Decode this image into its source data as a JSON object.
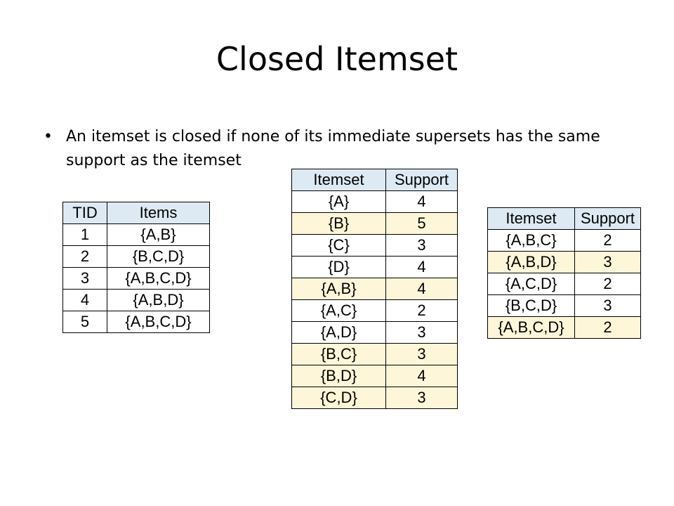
{
  "slide": {
    "title": "Closed Itemset",
    "bullet": "An itemset is closed if none of its immediate supersets has the same support as the itemset"
  },
  "transactions_table": {
    "headers": [
      "TID",
      "Items"
    ],
    "rows": [
      [
        "1",
        "{A,B}"
      ],
      [
        "2",
        "{B,C,D}"
      ],
      [
        "3",
        "{A,B,C,D}"
      ],
      [
        "4",
        "{A,B,D}"
      ],
      [
        "5",
        "{A,B,C,D}"
      ]
    ]
  },
  "itemset_support_table": {
    "headers": [
      "Itemset",
      "Support"
    ],
    "rows": [
      [
        "{A}",
        "4"
      ],
      [
        "{B}",
        "5"
      ],
      [
        "{C}",
        "3"
      ],
      [
        "{D}",
        "4"
      ],
      [
        "{A,B}",
        "4"
      ],
      [
        "{A,C}",
        "2"
      ],
      [
        "{A,D}",
        "3"
      ],
      [
        "{B,C}",
        "3"
      ],
      [
        "{B,D}",
        "4"
      ],
      [
        "{C,D}",
        "3"
      ]
    ],
    "highlighted_rows": [
      1,
      4,
      7,
      8,
      9
    ]
  },
  "larger_itemset_support_table": {
    "headers": [
      "Itemset",
      "Support"
    ],
    "rows": [
      [
        "{A,B,C}",
        "2"
      ],
      [
        "{A,B,D}",
        "3"
      ],
      [
        "{A,C,D}",
        "2"
      ],
      [
        "{B,C,D}",
        "3"
      ],
      [
        "{A,B,C,D}",
        "2"
      ]
    ],
    "highlighted_rows": [
      1,
      4
    ]
  },
  "colors": {
    "header_fill": "#ddeaf3",
    "highlight_fill": "#fdf6d8",
    "border": "#000000"
  }
}
